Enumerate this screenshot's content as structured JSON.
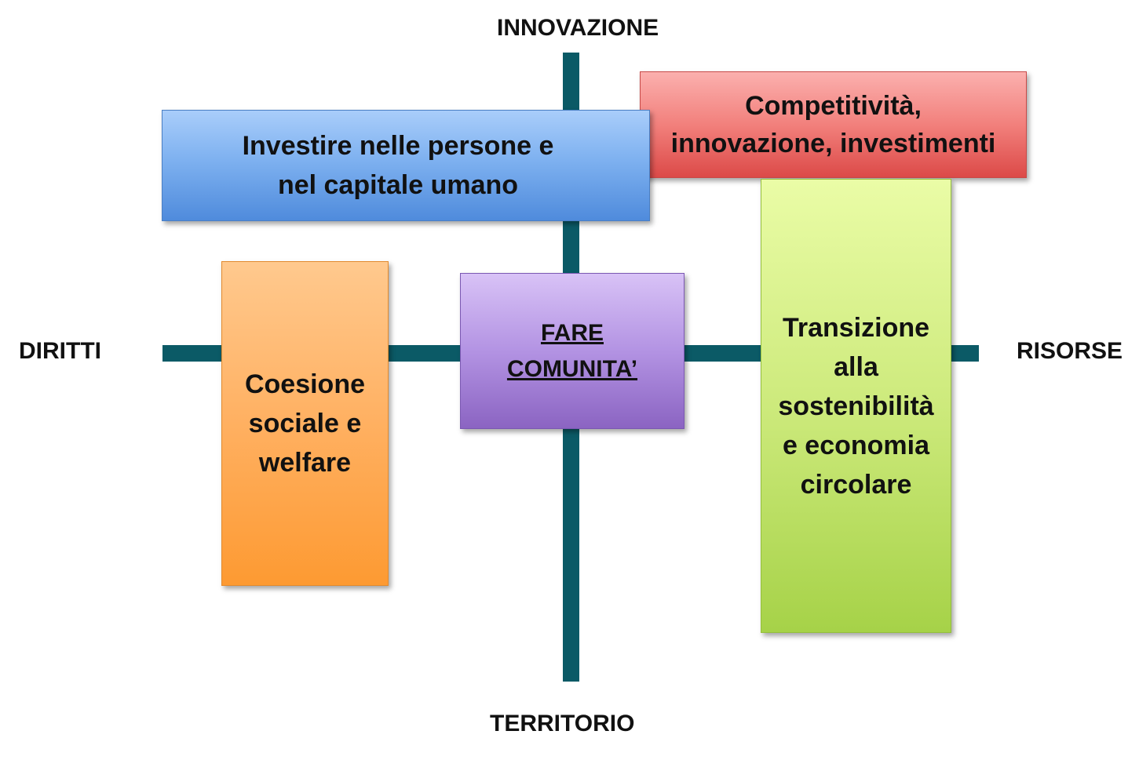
{
  "axes": {
    "top": "INNOVAZIONE",
    "bottom": "TERRITORIO",
    "left": "DIRITTI",
    "right": "RISORSE"
  },
  "boxes": {
    "blue": {
      "line1": "Investire nelle persone e",
      "line2": "nel capitale umano",
      "color": "#7eb1f0"
    },
    "red": {
      "line1": "Competitività,",
      "line2": "innovazione, investimenti",
      "color": "#f2807c"
    },
    "orange": {
      "line1": "Coesione",
      "line2": "sociale e",
      "line3": "welfare",
      "color": "#ffb061"
    },
    "center": {
      "line1": "FARE",
      "line2": "COMUNITA’",
      "color": "#b393e3"
    },
    "green": {
      "line1": "Transizione",
      "line2": "alla",
      "line3": "sostenibilità",
      "line4": "e economia",
      "line5": "circolare",
      "color": "#cdea7c"
    }
  },
  "colors": {
    "axis": "#0b5a66"
  }
}
